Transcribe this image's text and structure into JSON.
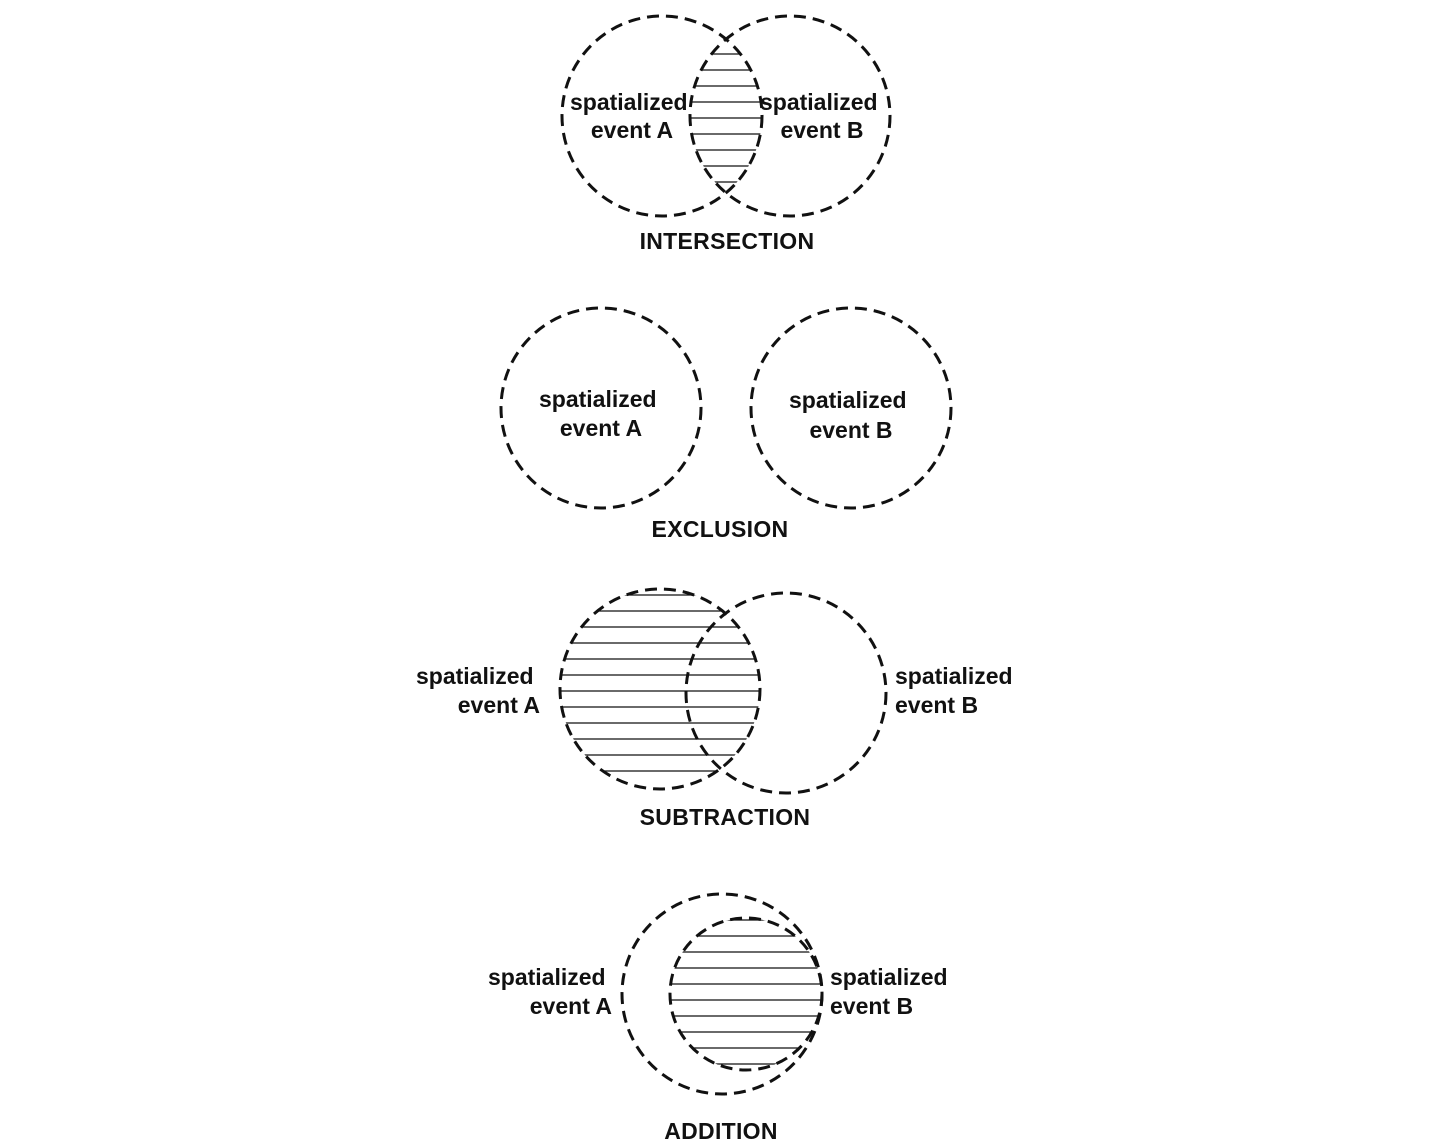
{
  "colors": {
    "stroke": "#111111",
    "background": "#ffffff"
  },
  "panels": [
    {
      "operation": "INTERSECTION",
      "event_a": {
        "line1": "spatialized",
        "line2": "event A"
      },
      "event_b": {
        "line1": "spatialized",
        "line2": "event B"
      },
      "hatched_region": "overlap of A and B"
    },
    {
      "operation": "EXCLUSION",
      "event_a": {
        "line1": "spatialized",
        "line2": "event A"
      },
      "event_b": {
        "line1": "spatialized",
        "line2": "event B"
      },
      "hatched_region": "none"
    },
    {
      "operation": "SUBTRACTION",
      "event_a": {
        "line1": "spatialized",
        "line2": "event A"
      },
      "event_b": {
        "line1": "spatialized",
        "line2": "event B"
      },
      "hatched_region": "all of A"
    },
    {
      "operation": "ADDITION",
      "event_a": {
        "line1": "spatialized",
        "line2": "event A"
      },
      "event_b": {
        "line1": "spatialized",
        "line2": "event B"
      },
      "hatched_region": "all of B (inside A)"
    }
  ]
}
